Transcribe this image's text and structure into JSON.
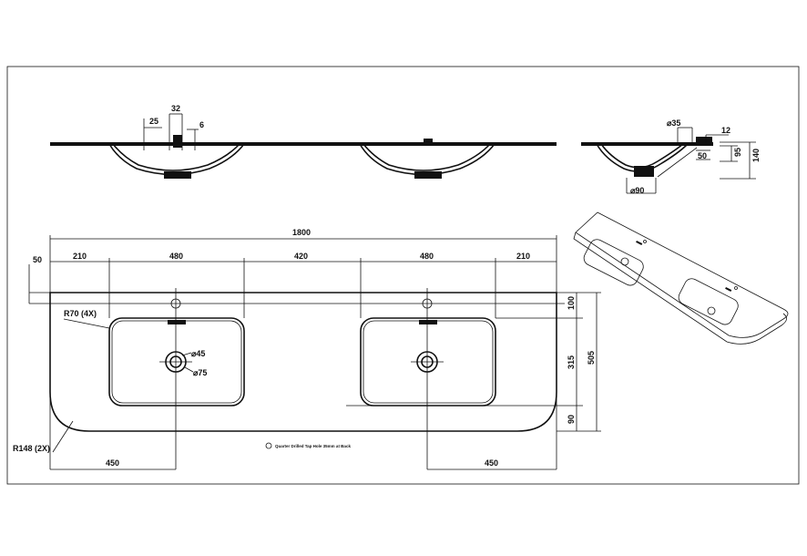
{
  "overall_width": "1800",
  "top_dims": {
    "left_offset": "50",
    "seg1": "210",
    "seg2": "480",
    "seg3": "420",
    "seg4": "480",
    "seg5": "210"
  },
  "right_dims": {
    "top": "100",
    "middle": "315",
    "bottom": "90",
    "total": "505"
  },
  "bottom_dims": {
    "left": "450",
    "right": "450"
  },
  "radius_labels": {
    "inner": "R70 (4X)",
    "outer": "R148 (2X)"
  },
  "hole_labels": {
    "d45": "⌀45",
    "d75": "⌀75"
  },
  "front_view_dims": {
    "d32": "32",
    "d25": "25",
    "d6": "6"
  },
  "side_view_dims": {
    "d35": "⌀35",
    "d12": "12",
    "d50": "50",
    "d95": "95",
    "d140": "140",
    "d90": "⌀90"
  },
  "note": "Quarter Drilled Tap Hole 35mm at Back"
}
